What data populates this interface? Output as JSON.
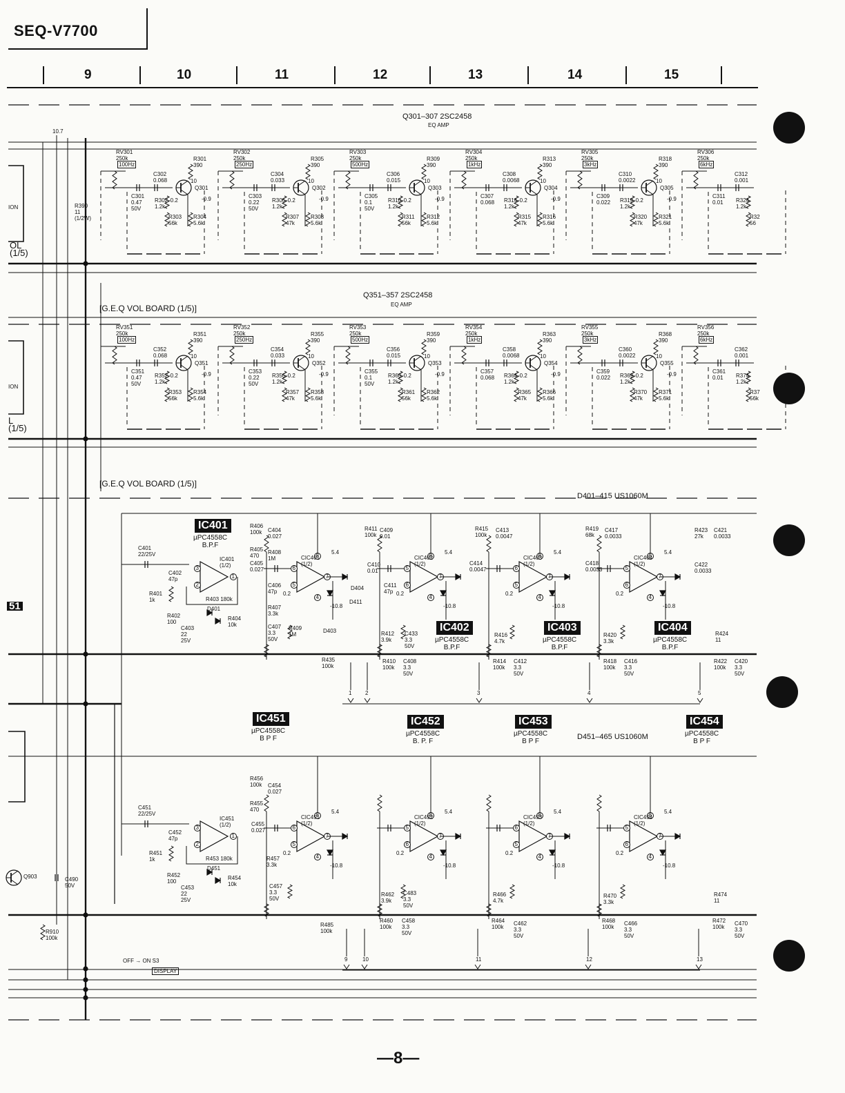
{
  "model": "SEQ-V7700",
  "page_number": "—8—",
  "columns": [
    "9",
    "10",
    "11",
    "12",
    "13",
    "14",
    "15"
  ],
  "transistor_group_1": {
    "label": "Q301–307  2SC2458",
    "sub": "EQ AMP"
  },
  "transistor_group_2": {
    "label": "Q351–357  2SC2458",
    "sub": "EQ  AMP"
  },
  "diode_group_1": "D401–415  US1060M",
  "diode_group_2": "D451–465  US1060M",
  "board_labels": [
    "[G.E.Q  VOL BOARD (1/5)]",
    "[G.E.Q  VOL BOARD (1/5)]"
  ],
  "row1_bands": [
    {
      "rv": "RV301",
      "val": "250k",
      "freq": "100Hz",
      "c1": "C301\n0.47\n50V",
      "c2": "C302\n0.068",
      "q": "Q301",
      "r1": "R301\n390",
      "r2": "R302\n1.2k",
      "r3": "R303\n56k",
      "r4": "R304\n5.6k"
    },
    {
      "rv": "RV302",
      "val": "250k",
      "freq": "250Hz",
      "c1": "C303\n0.22\n50V",
      "c2": "C304\n0.033",
      "q": "Q302",
      "r1": "R305\n390",
      "r2": "R306\n1.2k",
      "r3": "R307\n47k",
      "r4": "R308\n5.6k"
    },
    {
      "rv": "RV303",
      "val": "250k",
      "freq": "500Hz",
      "c1": "C305\n0.1\n50V",
      "c2": "C306\n0.015",
      "q": "Q303",
      "r1": "R309\n390",
      "r2": "R310\n1.2k",
      "r3": "R311\n56k",
      "r4": "R312\n5.6k"
    },
    {
      "rv": "RV304",
      "val": "250k",
      "freq": "1kHz",
      "c1": "C307\n0.068",
      "c2": "C308\n0.0068",
      "q": "Q304",
      "r1": "R313\n390",
      "r2": "R314\n1.2k",
      "r3": "R315\n47k",
      "r4": "R316\n5.6k"
    },
    {
      "rv": "RV305",
      "val": "250k",
      "freq": "3kHz",
      "c1": "C309\n0.022",
      "c2": "C310\n0.0022",
      "q": "Q305",
      "r1": "R318\n390",
      "r2": "R319\n1.2k",
      "r3": "R320\n47k",
      "r4": "R321\n5.6k"
    },
    {
      "rv": "RV306",
      "val": "250k",
      "freq": "6kHz",
      "c1": "C311\n0.01",
      "c2": "C312\n0.001",
      "q": "",
      "r1": "",
      "r2": "R324\n1.2k",
      "r3": "R32\n56",
      "r4": ""
    }
  ],
  "row2_bands": [
    {
      "rv": "RV351",
      "val": "250k",
      "freq": "100Hz",
      "c1": "C351\n0.47\n50V",
      "c2": "C352\n0.068",
      "q": "Q351",
      "r1": "R351\n390",
      "r2": "R352\n1.2k",
      "r3": "R353\n56k",
      "r4": "R354\n5.6k"
    },
    {
      "rv": "RV352",
      "val": "250k",
      "freq": "250Hz",
      "c1": "C353\n0.22\n50V",
      "c2": "C354\n0.033",
      "q": "Q352",
      "r1": "R355\n390",
      "r2": "R356\n1.2k",
      "r3": "R357\n47k",
      "r4": "R358\n5.6k"
    },
    {
      "rv": "RV353",
      "val": "250k",
      "freq": "500Hz",
      "c1": "C355\n0.1\n50V",
      "c2": "C356\n0.015",
      "q": "Q353",
      "r1": "R359\n390",
      "r2": "R360\n1.2k",
      "r3": "R361\n56k",
      "r4": "R362\n5.6k"
    },
    {
      "rv": "RV354",
      "val": "250k",
      "freq": "1kHz",
      "c1": "C357\n0.068",
      "c2": "C358\n0.0068",
      "q": "Q354",
      "r1": "R363\n390",
      "r2": "R364\n1.2k",
      "r3": "R365\n47k",
      "r4": "R366\n5.6k"
    },
    {
      "rv": "RV355",
      "val": "250k",
      "freq": "3kHz",
      "c1": "C359\n0.022",
      "c2": "C360\n0.0022",
      "q": "Q355",
      "r1": "R368\n390",
      "r2": "R369\n1.2k",
      "r3": "R370\n47k",
      "r4": "R371\n5.6k"
    },
    {
      "rv": "RV356",
      "val": "250k",
      "freq": "6kHz",
      "c1": "C361\n0.01",
      "c2": "C362\n0.001",
      "q": "",
      "r1": "",
      "r2": "R374\n1.2k",
      "r3": "R37\n56k",
      "r4": ""
    }
  ],
  "ic_row1": [
    {
      "tag": "IC401",
      "part": "µPC4558C",
      "func": "B.P.F"
    },
    {
      "tag": "IC402",
      "part": "µPC4558C",
      "func": "B.P.F"
    },
    {
      "tag": "IC403",
      "part": "µPC4558C",
      "func": "B.P.F"
    },
    {
      "tag": "IC404",
      "part": "µPC4558C",
      "func": "B.P.F"
    }
  ],
  "ic_row2": [
    {
      "tag": "IC451",
      "part": "µPC4558C",
      "func": "B P F"
    },
    {
      "tag": "IC452",
      "part": "µPC4558C",
      "func": "B. P. F"
    },
    {
      "tag": "IC453",
      "part": "µPC4558C",
      "func": "B P F"
    },
    {
      "tag": "IC454",
      "part": "µPC4558C",
      "func": "B P F"
    }
  ],
  "misc_labels": {
    "r390": "R390\n11\n(1/2W)",
    "c401": "C401\n22/25V",
    "c451": "C451\n22/25V",
    "c490": "C490\n50V",
    "r910": "R910\n100k",
    "q903": "Q903",
    "switch": "OFF → ON  S3",
    "display": "DISPLAY",
    "left_vol_1": "OL\n(1/5)",
    "left_vol_2": "L\n(1/5)",
    "left_ic": "51",
    "v107": "10.7"
  }
}
